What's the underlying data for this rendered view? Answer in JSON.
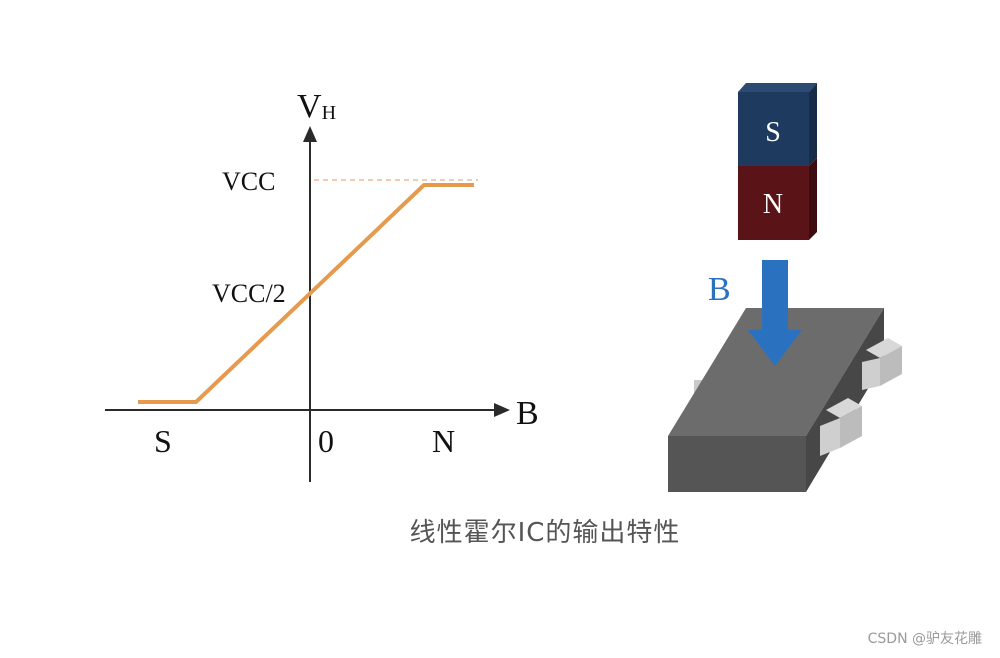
{
  "graph": {
    "y_axis_label_main": "V",
    "y_axis_label_sub": "H",
    "x_axis_label": "B",
    "y_tick_vcc": "VCC",
    "y_tick_half_vcc": "VCC/2",
    "x_label_left": "S",
    "x_label_origin": "0",
    "x_label_right": "N",
    "curve_color": "#e59a4d",
    "axis_color": "#2a2a2a"
  },
  "figure": {
    "magnet_top_label": "S",
    "magnet_bottom_label": "N",
    "field_label": "B",
    "magnet_top_color": "#1f3a5f",
    "magnet_bottom_color": "#5a1418",
    "arrow_color": "#2a72c0",
    "chip_color": "#6c6c6c"
  },
  "caption": "线性霍尔IC的输出特性",
  "watermark": "CSDN @驴友花雕"
}
